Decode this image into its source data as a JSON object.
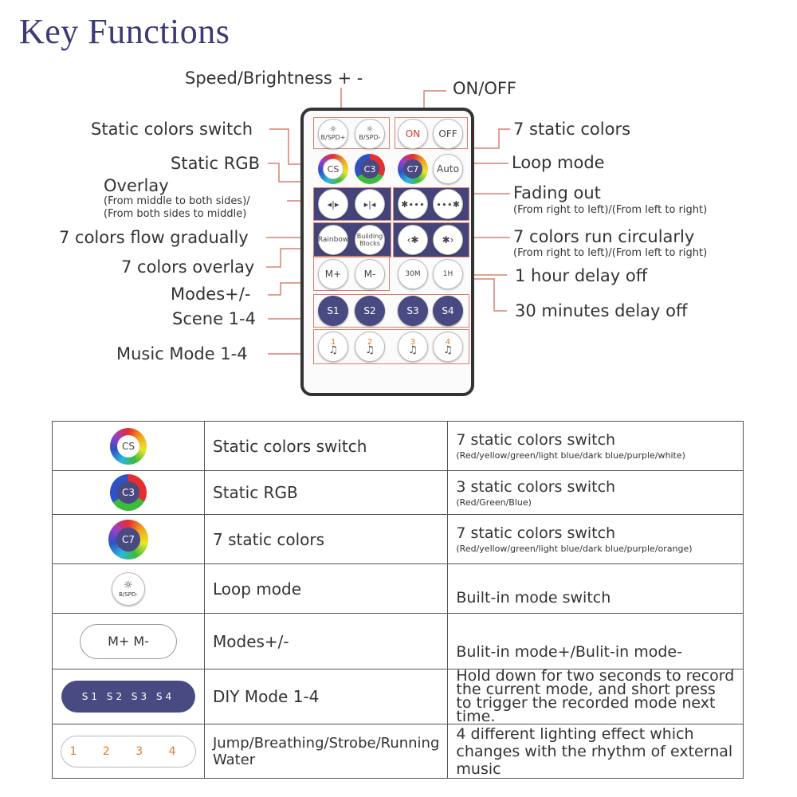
{
  "title": "Key Functions",
  "labels": {
    "speed_brightness": "Speed/Brightness + -",
    "on_off": "ON/OFF",
    "static_colors_switch": "Static colors switch",
    "seven_static_colors": "7 static colors",
    "static_rgb": "Static RGB",
    "loop_mode": "Loop mode",
    "overlay": "Overlay",
    "overlay_sub1": "(From middle to both sides)/",
    "overlay_sub2": "(From both sides to middle)",
    "fading_out": "Fading out",
    "fading_out_sub": "(From right to left)/(From left to right)",
    "flow_gradually": "7 colors flow gradually",
    "run_circularly": "7 colors run circularly",
    "run_circularly_sub": "(From right to left)/(From left to right)",
    "colors_overlay": "7 colors overlay",
    "hour_delay": "1 hour delay off",
    "modes_pm": "Modes+/-",
    "min_delay": "30 minutes delay off",
    "scene": "Scene 1-4",
    "music_mode": "Music Mode 1-4"
  },
  "remote": {
    "brightness_sub": "B/SPD+",
    "speed_sub": "B/SPD-",
    "on": "ON",
    "off": "OFF",
    "cs": "CS",
    "c3": "C3",
    "c7": "C7",
    "auto": "Auto",
    "rainbow": "Rainbow",
    "building_blocks": "Building Blocks",
    "m_plus": "M+",
    "m_minus": "M-",
    "t30": "30M",
    "t1h": "1H",
    "scenes": [
      "S1",
      "S2",
      "S3",
      "S4"
    ],
    "music": [
      "1",
      "2",
      "3",
      "4"
    ]
  },
  "table": [
    {
      "icon": "CS",
      "name": "Static colors switch",
      "desc": "7 static colors switch",
      "sub": "(Red/yellow/green/light blue/dark blue/purple/white)"
    },
    {
      "icon": "C3",
      "name": "Static RGB",
      "desc": "3 static colors switch",
      "sub": "(Red/Green/Blue)"
    },
    {
      "icon": "C7",
      "name": "7 static colors",
      "desc": "7 static colors switch",
      "sub": "(Red/yellow/green/light blue/dark blue/purple/orange)"
    },
    {
      "icon": "B/SPD-",
      "name": "Loop mode",
      "desc": "Built-in mode switch",
      "sub": ""
    },
    {
      "icon": "M+ M-",
      "name": "Modes+/-",
      "desc": "Bulit-in mode+/Bulit-in mode-",
      "sub": ""
    },
    {
      "icon": "S1 S2 S3 S4",
      "name": "DIY Mode 1-4",
      "desc": "Hold down for two seconds to record the current mode, and short press to trigger the recorded mode next time.",
      "sub": ""
    },
    {
      "icon": "1 2 3 4",
      "name": "Jump/Breathing/Strobe/Running Water",
      "desc": "4 different lighting effect which changes with the rhythm of external music",
      "sub": ""
    }
  ],
  "colors": {
    "title": "#3d3a78",
    "button_dark": "#4a4a82",
    "frame_line": "#d98070"
  }
}
